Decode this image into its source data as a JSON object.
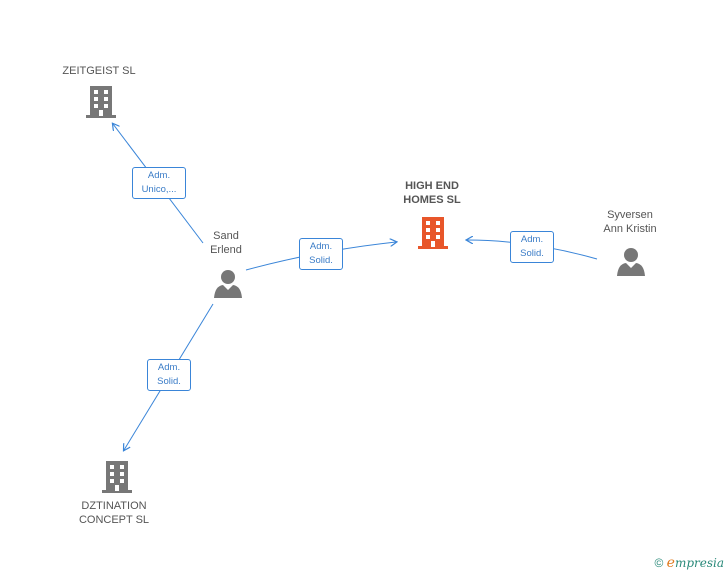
{
  "nodes": {
    "zeitgeist": {
      "label": "ZEITGEIST SL",
      "type": "company",
      "color": "#777777"
    },
    "high_end": {
      "label": "HIGH END\nHOMES  SL",
      "type": "company",
      "color": "#e8562a"
    },
    "dztination": {
      "label": "DZTINATION\nCONCEPT  SL",
      "type": "company",
      "color": "#777777"
    },
    "sand": {
      "label": "Sand\nErlend",
      "type": "person",
      "color": "#777777"
    },
    "syversen": {
      "label": "Syversen\nAnn Kristin",
      "type": "person",
      "color": "#777777"
    }
  },
  "edges": {
    "sand_zeitgeist": {
      "line1": "Adm.",
      "line2": "Unico,..."
    },
    "sand_highend": {
      "line1": "Adm.",
      "line2": "Solid."
    },
    "syversen_highend": {
      "line1": "Adm.",
      "line2": "Solid."
    },
    "sand_dztination": {
      "line1": "Adm.",
      "line2": "Solid."
    }
  },
  "colors": {
    "edge": "#3a85d8"
  },
  "footer": {
    "copyright": "©",
    "brand_initial": "e",
    "brand_rest": "mpresia"
  }
}
